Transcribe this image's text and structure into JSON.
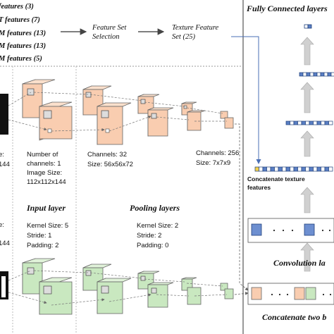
{
  "features": {
    "f1": "features (3)",
    "f2": "T features (7)",
    "f3": "M features (13)",
    "f4": "M features (13)",
    "f5": "M features (5)"
  },
  "pipeline": {
    "selection_line1": "Feature Set",
    "selection_line2": "Selection",
    "texture_line1": "Texture Feature",
    "texture_line2": "Set (25)"
  },
  "fc": {
    "title": "Fully Connected layers"
  },
  "top_branch": {
    "size_partial_a": "e:",
    "size_partial_b": "144",
    "channels_line1": "Number of",
    "channels_line2": "channels: 1",
    "image_line1": "Image Size:",
    "image_line2": "112x112x144",
    "mid_channels": "Channels: 32",
    "mid_size": "Size: 56x56x72",
    "end_channels": "Channels: 256",
    "end_size": "Size: 7x7x9"
  },
  "labels": {
    "input_layer": "Input layer",
    "pooling_layers": "Pooling layers",
    "concat_texture_line1": "Concatenate texture",
    "concat_texture_line2": "features",
    "convolution_layers": "Convolution la",
    "concat_two": "Concatenate two b"
  },
  "params": {
    "conv_kernel": "Kernel Size: 5",
    "conv_stride": "Stride: 1",
    "conv_padding": "Padding: 2",
    "pool_kernel": "Kernel Size: 2",
    "pool_stride": "Stride: 2",
    "pool_padding": "Padding: 0",
    "left_partial_a": "e:",
    "left_partial_b": "144"
  },
  "colors": {
    "orange_face": "#f9cdb0",
    "green_face": "#c9e8c0",
    "blue_cell": "#5a7fc4",
    "cell_border": "#1f3f7a",
    "arrow_grey": "#c8c8c8"
  }
}
